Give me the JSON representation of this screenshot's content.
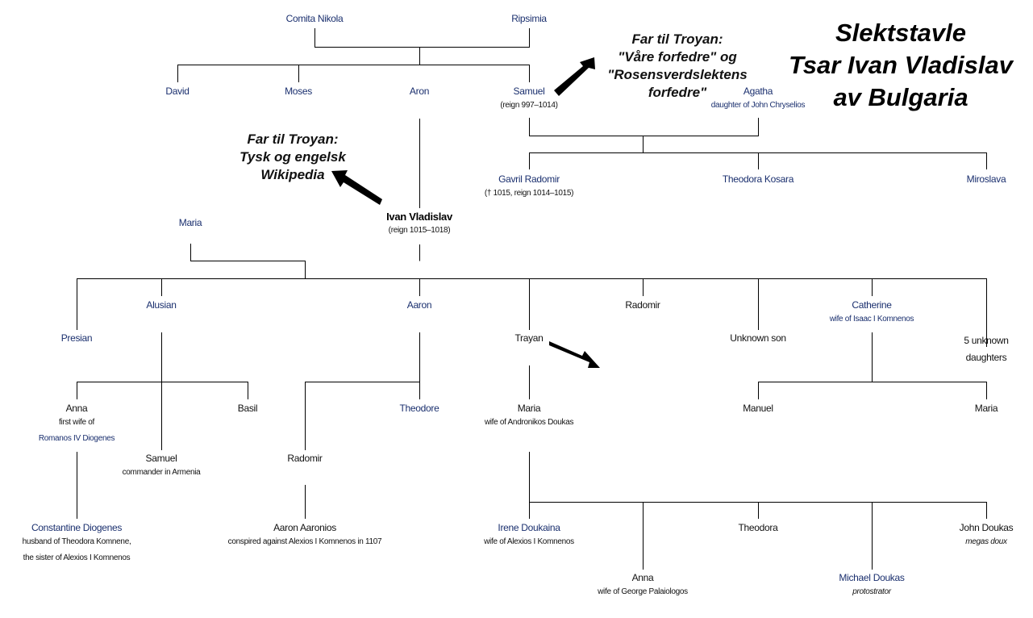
{
  "title": {
    "lines": [
      "Slektstavle",
      "Tsar Ivan Vladislav",
      "av Bulgaria"
    ]
  },
  "annotations": {
    "samuel_note": [
      "Far til Troyan:",
      "\"Våre forfedre\" og",
      "\"Rosensverdslektens",
      "forfedre\""
    ],
    "aron_note": [
      "Far til Troyan:",
      "Tysk og engelsk",
      "Wikipedia"
    ]
  },
  "people": {
    "comita_nikola": {
      "name": "Comita Nikola"
    },
    "ripsimia": {
      "name": "Ripsimia"
    },
    "david": {
      "name": "David"
    },
    "moses": {
      "name": "Moses"
    },
    "aron": {
      "name": "Aron"
    },
    "samuel": {
      "name": "Samuel",
      "sub": [
        "(reign 997–1014)"
      ]
    },
    "agatha": {
      "name": "Agatha",
      "sub": [
        "daughter of John Chryselios"
      ]
    },
    "gavril_radomir": {
      "name": "Gavril Radomir",
      "sub": [
        "(† 1015, reign 1014–1015)"
      ]
    },
    "theodora_kosara": {
      "name": "Theodora Kosara"
    },
    "miroslava": {
      "name": "Miroslava"
    },
    "maria_wife": {
      "name": "Maria"
    },
    "ivan_vladislav": {
      "name": "Ivan Vladislav",
      "sub": [
        "(reign 1015–1018)"
      ]
    },
    "alusian": {
      "name": "Alusian"
    },
    "aaron": {
      "name": "Aaron"
    },
    "radomir_son": {
      "name": "Radomir"
    },
    "catherine": {
      "name": "Catherine",
      "sub": [
        "wife of Isaac I Komnenos"
      ]
    },
    "presian": {
      "name": "Presian"
    },
    "trayan": {
      "name": "Trayan"
    },
    "unknown_son": {
      "name": "Unknown son"
    },
    "unknown_daughters": {
      "name": "5 unknown",
      "name2": "daughters"
    },
    "anna_diogenes": {
      "name": "Anna",
      "sub": [
        "first wife of",
        "Romanos IV Diogenes"
      ]
    },
    "basil": {
      "name": "Basil"
    },
    "theodore": {
      "name": "Theodore"
    },
    "maria_doukas": {
      "name": "Maria",
      "sub": [
        "wife of Andronikos Doukas"
      ]
    },
    "manuel": {
      "name": "Manuel"
    },
    "maria_komnene": {
      "name": "Maria"
    },
    "samuel_armenia": {
      "name": "Samuel",
      "sub": [
        "commander in Armenia"
      ]
    },
    "radomir_grandson": {
      "name": "Radomir"
    },
    "constantine_diogenes": {
      "name": "Constantine Diogenes",
      "sub": [
        "husband of Theodora Komnene,",
        "the sister of Alexios I Komnenos"
      ]
    },
    "aaron_aaronios": {
      "name": "Aaron Aaronios",
      "sub": [
        "conspired against Alexios I Komnenos in 1107"
      ]
    },
    "irene_doukaina": {
      "name": "Irene Doukaina",
      "sub": [
        "wife of Alexios I Komnenos"
      ]
    },
    "theodora": {
      "name": "Theodora"
    },
    "john_doukas": {
      "name": "John Doukas",
      "sub": [
        "megas doux"
      ]
    },
    "anna_palaiologos": {
      "name": "Anna",
      "sub": [
        "wife of George Palaiologos"
      ]
    },
    "michael_doukas": {
      "name": "Michael Doukas",
      "sub": [
        "protostrator"
      ]
    }
  }
}
